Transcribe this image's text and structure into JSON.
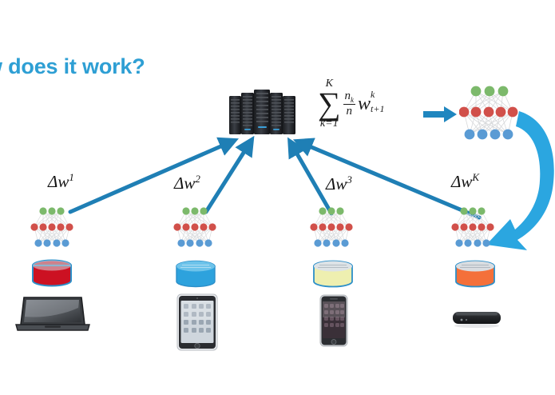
{
  "slide": {
    "title": "w does it work?",
    "title_color": "#2e9fd4",
    "background": "#ffffff",
    "accent_color": "#1f7fb5",
    "arrow_color": "#2ba6e0"
  },
  "server": {
    "name": "server-rack",
    "label": "",
    "color": "#222428"
  },
  "formula": {
    "sigma_upper": "K",
    "sigma_symbol": "∑",
    "sigma_lower": "k=1",
    "fraction_numerator": "n",
    "fraction_numerator_sub": "k",
    "fraction_denominator": "n",
    "weight_symbol": "w",
    "weight_superscript": "k",
    "weight_subscript": "t+1",
    "full_text": "∑ (k=1 to K) (n_k / n) w^k_{t+1}"
  },
  "global_model": {
    "name": "aggregated-global-model",
    "layers": [
      {
        "name": "output-layer",
        "count": 3,
        "color": "#7cb96b"
      },
      {
        "name": "hidden-layer",
        "count": 5,
        "color": "#d1504a"
      },
      {
        "name": "input-layer",
        "count": 4,
        "color": "#5a9bd4"
      }
    ]
  },
  "arrows": {
    "aggregate_arrow_label": "aggregate-to-global-model-arrow",
    "broadcast_arrow_label": "broadcast-global-model-arrow",
    "upload_arrow_label": "client-update-upload-arrow"
  },
  "clients": [
    {
      "id": "client-1",
      "delta_label": "Δw",
      "delta_superscript": "1",
      "model_layers": [
        {
          "count": 3,
          "color": "#7cb96b"
        },
        {
          "count": 5,
          "color": "#d1504a"
        },
        {
          "count": 4,
          "color": "#5a9bd4"
        }
      ],
      "database_name": "local-dataset-1",
      "database_color": "#cc1122",
      "device_name": "laptop",
      "device_type": "laptop"
    },
    {
      "id": "client-2",
      "delta_label": "Δw",
      "delta_superscript": "2",
      "model_layers": [
        {
          "count": 3,
          "color": "#7cb96b"
        },
        {
          "count": 5,
          "color": "#d1504a"
        },
        {
          "count": 4,
          "color": "#5a9bd4"
        }
      ],
      "database_name": "local-dataset-2",
      "database_color": "#2da2dd",
      "device_name": "tablet",
      "device_type": "tablet"
    },
    {
      "id": "client-3",
      "delta_label": "Δw",
      "delta_superscript": "3",
      "model_layers": [
        {
          "count": 3,
          "color": "#7cb96b"
        },
        {
          "count": 5,
          "color": "#d1504a"
        },
        {
          "count": 4,
          "color": "#5a9bd4"
        }
      ],
      "database_name": "local-dataset-3",
      "database_color": "#eeefb0",
      "device_name": "smartphone",
      "device_type": "phone"
    },
    {
      "id": "client-k",
      "delta_label": "Δw",
      "delta_superscript": "K",
      "model_layers": [
        {
          "count": 3,
          "color": "#7cb96b"
        },
        {
          "count": 5,
          "color": "#d1504a"
        },
        {
          "count": 4,
          "color": "#5a9bd4"
        }
      ],
      "database_name": "local-dataset-k",
      "database_color": "#f4703a",
      "device_name": "set-top-box",
      "device_type": "settopbox"
    }
  ]
}
